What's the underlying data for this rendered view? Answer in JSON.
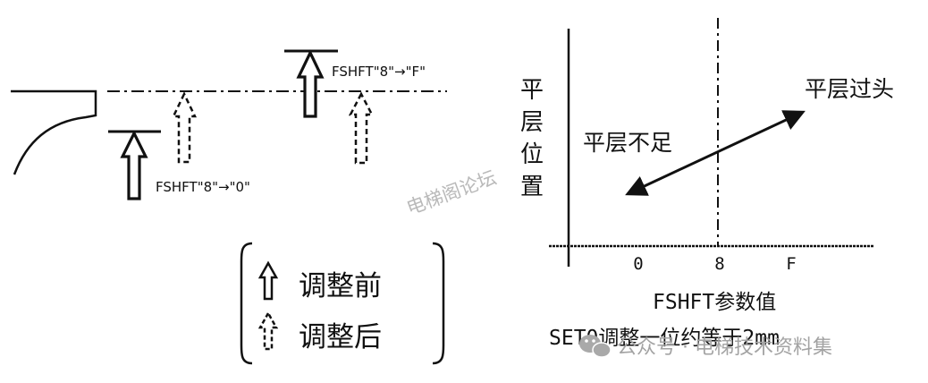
{
  "left": {
    "label_to_f": "FSHFT\"8\"→\"F\"",
    "label_to_0": "FSHFT\"8\"→\"0\"",
    "legend": {
      "before": "调整前",
      "after": "调整后"
    }
  },
  "right": {
    "y_axis_label": [
      "平",
      "层",
      "位",
      "置"
    ],
    "over_label": "平层过头",
    "under_label": "平层不足",
    "ticks": [
      "0",
      "8",
      "F"
    ],
    "x_axis_title": "FSHFT参数值",
    "x_axis_note": "SET0调整一位约等于2mm"
  },
  "watermarks": {
    "forum": "电梯阁论坛",
    "account": "公众号 · 电梯技术资料集"
  }
}
